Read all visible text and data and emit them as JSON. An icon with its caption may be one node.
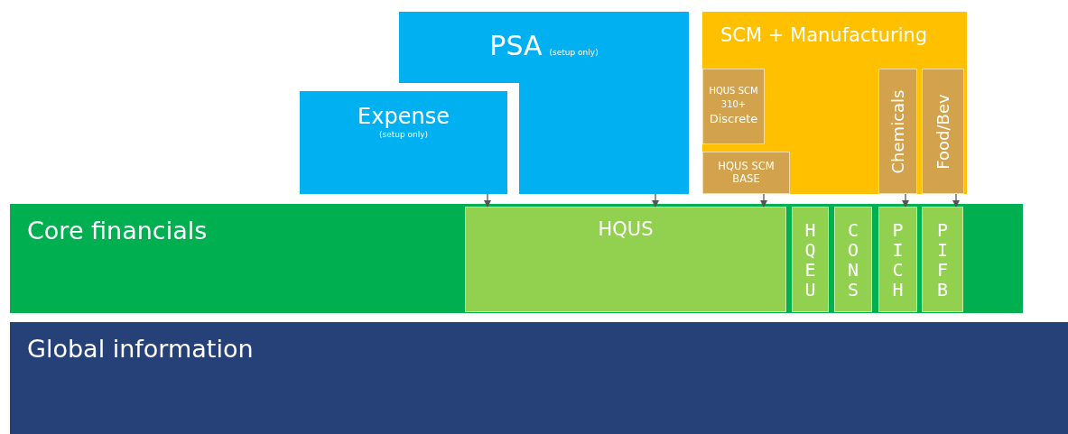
{
  "diagram": {
    "nodes": [
      {
        "text": [
          "PSA",
          "(setup only)"
        ]
      },
      {
        "text": [
          "Expense",
          "(setup only)"
        ]
      },
      {
        "text": [
          "SCM + Manufacturing"
        ]
      },
      {
        "text": [
          "HQUS SCM 310+",
          "Discrete"
        ],
        "in": 2
      },
      {
        "text": [
          "HQUS SCM BASE"
        ],
        "in": 2
      },
      {
        "text": [
          "Chemicals"
        ],
        "in": 2
      },
      {
        "text": [
          "Food/Bev"
        ],
        "in": 2
      },
      {
        "text": [
          "Core financials"
        ]
      },
      {
        "text": [
          "HQUS"
        ],
        "in": 7
      },
      {
        "text": [
          "HQEU"
        ],
        "in": 7
      },
      {
        "text": [
          "CONS"
        ],
        "in": 7
      },
      {
        "text": [
          "PICH"
        ],
        "in": 7
      },
      {
        "text": [
          "PIFB"
        ],
        "in": 7
      },
      {
        "text": [
          "Global information"
        ]
      }
    ],
    "edges": [
      {
        "from": 1,
        "to": 8,
        "arrow": "to"
      },
      {
        "from": 0,
        "to": 8,
        "arrow": "to"
      },
      {
        "from": 4,
        "to": 8,
        "arrow": "to"
      },
      {
        "from": 5,
        "to": 11,
        "arrow": "to"
      },
      {
        "from": 6,
        "to": 12,
        "arrow": "to"
      }
    ]
  }
}
